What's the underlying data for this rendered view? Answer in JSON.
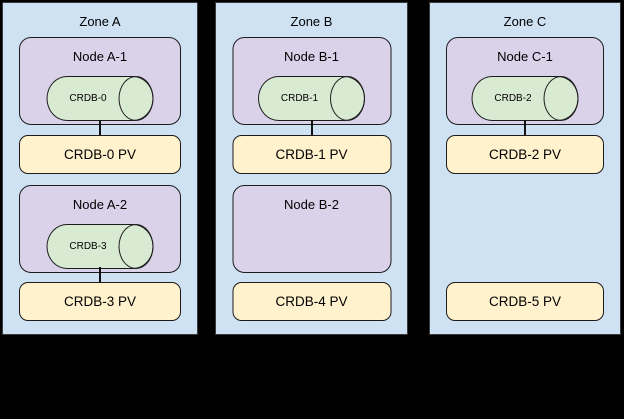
{
  "diagram": {
    "description": "Three-zone CockroachDB cluster topology with nodes, CRDB pods and persistent volumes",
    "colors": {
      "background": "#000000",
      "zone_fill": "#cfe2f3",
      "zone_border": "#3a3a3a",
      "node_fill": "#d9d2e9",
      "db_fill": "#d9ead3",
      "pv_fill": "#fff2cc",
      "shape_border": "#1c1c1c",
      "text": "#000000"
    }
  },
  "zones": [
    {
      "label": "Zone A",
      "rows": [
        {
          "node": "Node A-1",
          "db": "CRDB-0",
          "pv": "CRDB-0 PV"
        },
        {
          "node": "Node A-2",
          "db": "CRDB-3",
          "pv": "CRDB-3 PV"
        }
      ]
    },
    {
      "label": "Zone B",
      "rows": [
        {
          "node": "Node B-1",
          "db": "CRDB-1",
          "pv": "CRDB-1 PV"
        },
        {
          "node": "Node B-2",
          "pv": "CRDB-4 PV"
        }
      ]
    },
    {
      "label": "Zone C",
      "rows": [
        {
          "node": "Node C-1",
          "db": "CRDB-2",
          "pv": "CRDB-2 PV"
        },
        {
          "pv": "CRDB-5 PV"
        }
      ]
    }
  ]
}
